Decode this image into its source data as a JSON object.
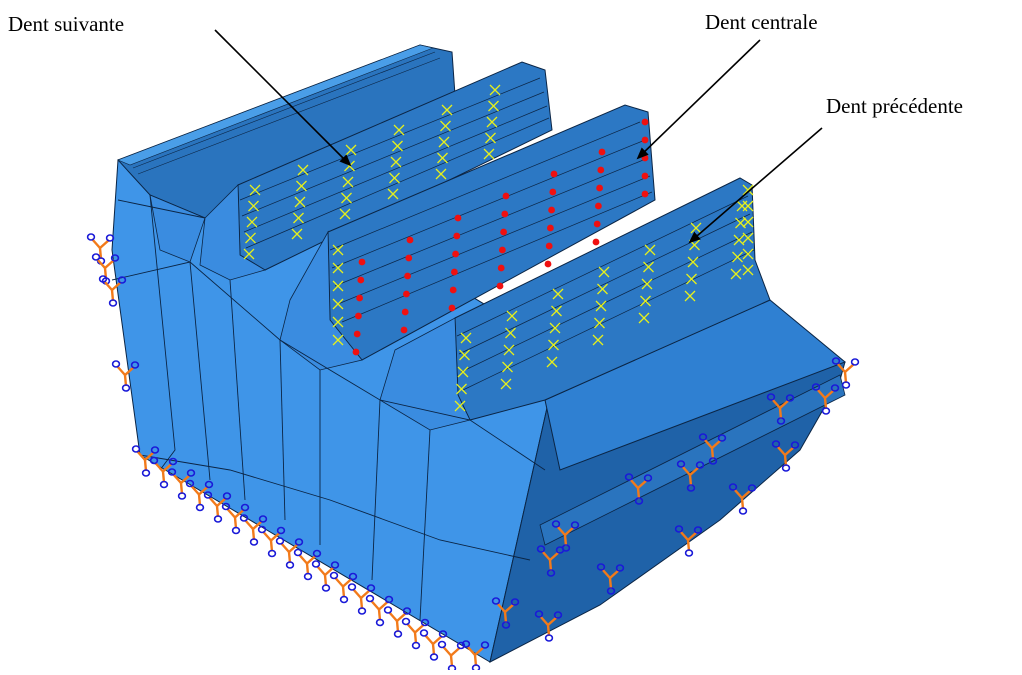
{
  "labels": {
    "next_tooth": "Dent suivante",
    "central_tooth": "Dent centrale",
    "previous_tooth": "Dent précédente"
  },
  "colors": {
    "model_light": "#3f95e8",
    "model_mid": "#2f80d2",
    "model_dark": "#1c5d9e",
    "mesh_line": "#0b2545",
    "marker_cross": "#e6f01c",
    "marker_dot": "#f01010",
    "constraint_orange": "#f27a1a",
    "constraint_blue": "#1a1ad8"
  },
  "icons": {
    "boundary_condition": "boundary-condition-icon",
    "node_marker": "node-marker-icon",
    "contact_node": "contact-node-icon"
  }
}
